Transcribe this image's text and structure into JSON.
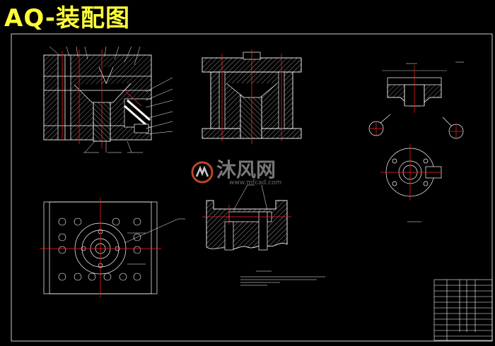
{
  "title": {
    "text": "AQ-装配图",
    "color": "#ffff3a"
  },
  "watermark": {
    "brand": "沐风网",
    "url": "www.mfcad.com",
    "logo_icon": "mfcad-logo-icon"
  },
  "colors": {
    "background": "#000000",
    "line": "#ffffff",
    "accent": "#ff2020",
    "title": "#ffff3a",
    "frame": "#ffffff"
  }
}
